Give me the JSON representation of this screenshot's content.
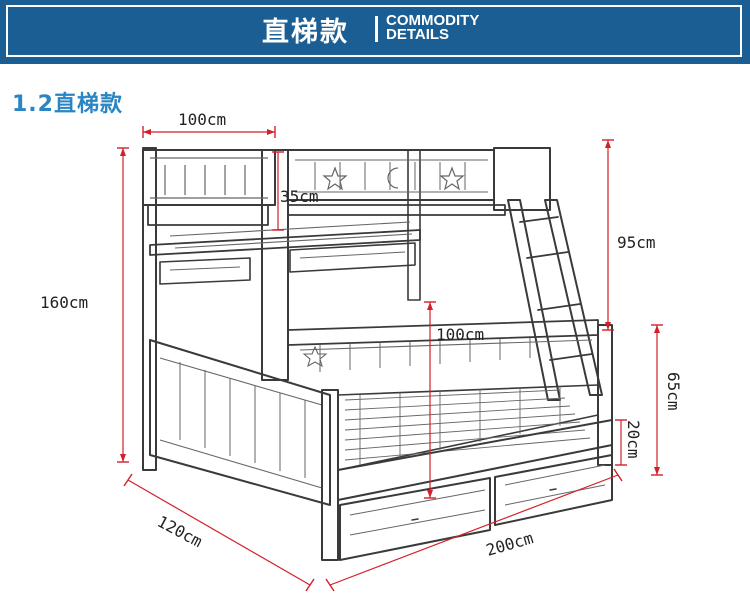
{
  "banner": {
    "title_cn": "直梯款",
    "title_en_line1": "COMMODITY",
    "title_en_line2": "DETAILS"
  },
  "section": {
    "title": "1.2直梯款"
  },
  "dimensions": {
    "top_width": "100cm",
    "rail_height": "35cm",
    "total_height": "160cm",
    "ladder_height": "95cm",
    "lower_clearance": "100cm",
    "lower_rail_height": "65cm",
    "drawer_height": "20cm",
    "depth": "120cm",
    "length": "200cm"
  },
  "colors": {
    "banner_bg": "#1a5e93",
    "section_title": "#2a85c4",
    "dimension_line": "#d21f2a",
    "sketch_line": "#3a3a3a"
  }
}
